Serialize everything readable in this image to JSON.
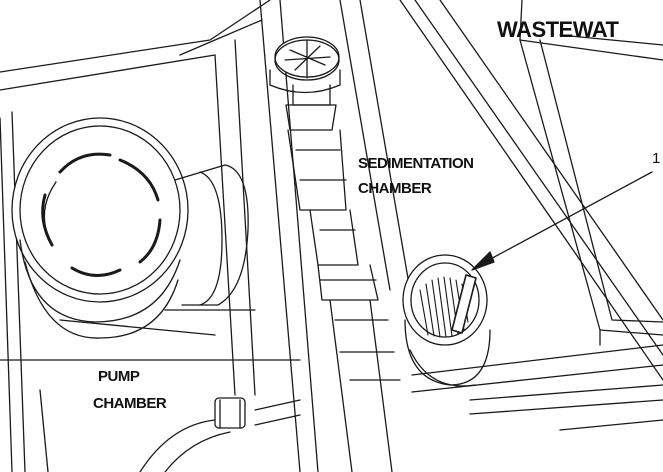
{
  "title": "WASTEWAT",
  "labels": {
    "sedimentation_line1": "SEDIMENTATION",
    "sedimentation_line2": "CHAMBER",
    "pump_line1": "PUMP",
    "pump_line2": "CHAMBER",
    "callout_number": "1"
  },
  "colors": {
    "line": "#1a1a1a",
    "background": "#ffffff",
    "shade": "#555555"
  }
}
